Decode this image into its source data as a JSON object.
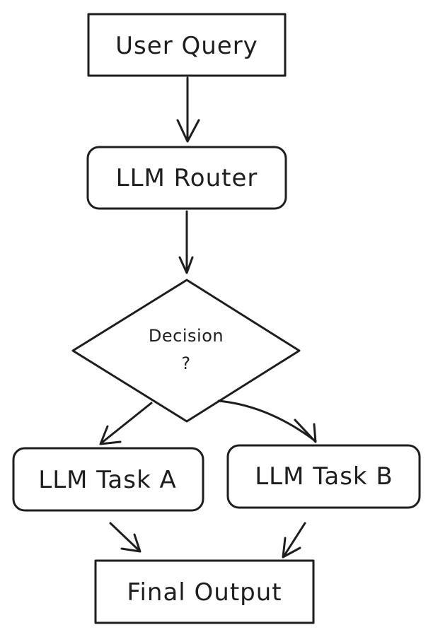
{
  "nodes": {
    "user_query": {
      "label": "User Query"
    },
    "llm_router": {
      "label": "LLM Router"
    },
    "decision": {
      "line1": "Decision",
      "line2": "?"
    },
    "task_a": {
      "label": "LLM Task A"
    },
    "task_b": {
      "label": "LLM Task B"
    },
    "final_output": {
      "label": "Final Output"
    }
  },
  "colors": {
    "stroke": "#1e1e1e",
    "background": "#ffffff"
  }
}
